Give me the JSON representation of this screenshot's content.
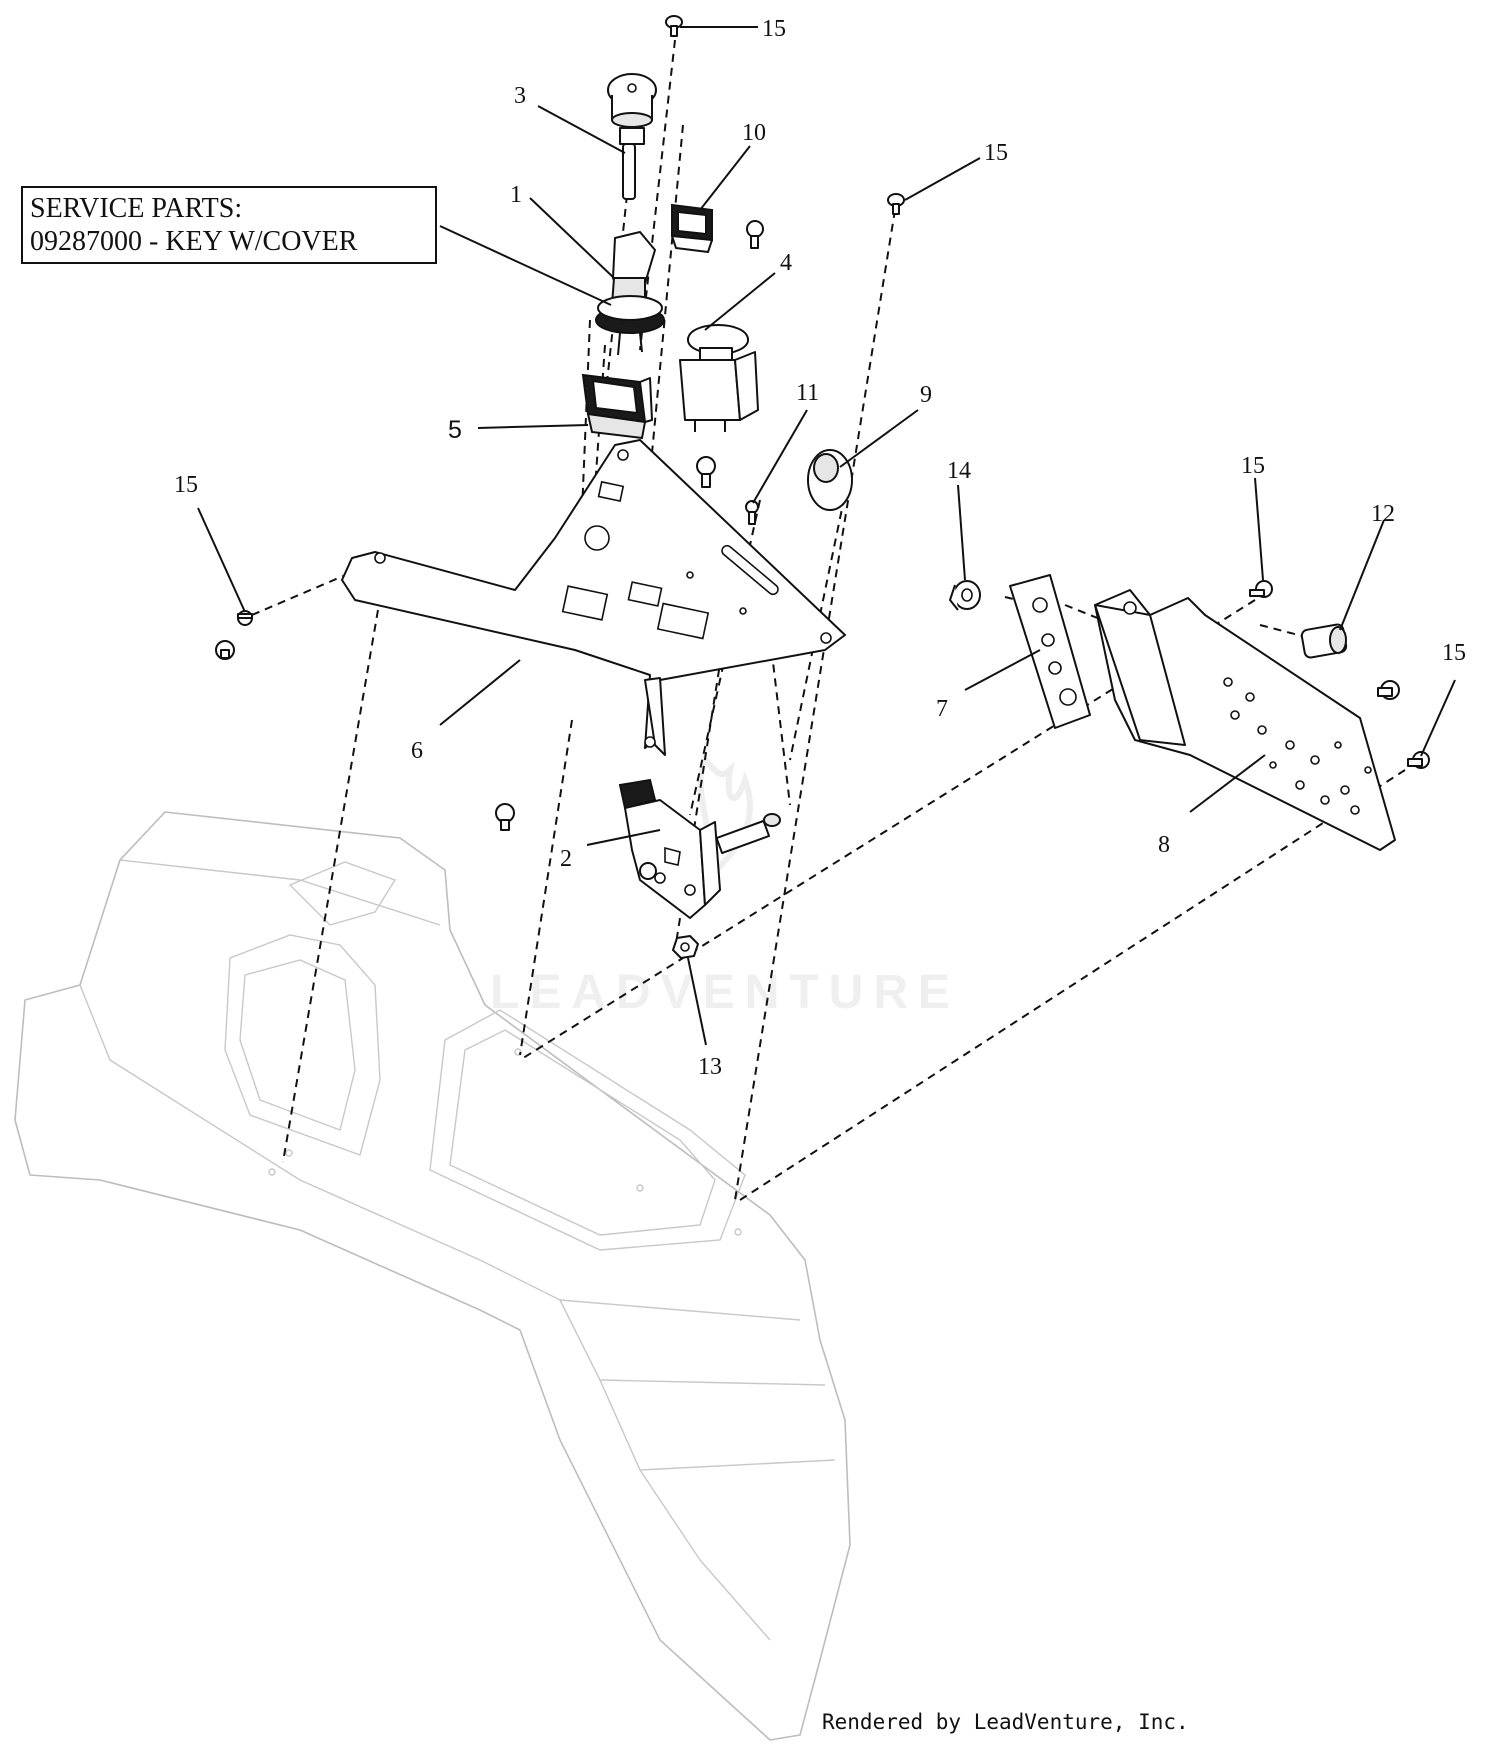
{
  "service_parts": {
    "heading": "SERVICE PARTS:",
    "line": "09287000 - KEY W/COVER"
  },
  "callouts": {
    "c1": "1",
    "c2": "2",
    "c3": "3",
    "c4": "4",
    "c5": "5",
    "c6": "6",
    "c7": "7",
    "c8": "8",
    "c9": "9",
    "c10": "10",
    "c11": "11",
    "c12": "12",
    "c13": "13",
    "c14": "14",
    "c15a": "15",
    "c15b": "15",
    "c15c": "15",
    "c15d": "15",
    "c15e": "15"
  },
  "watermark": "LEADVENTURE",
  "footer": "Rendered by LeadVenture, Inc."
}
